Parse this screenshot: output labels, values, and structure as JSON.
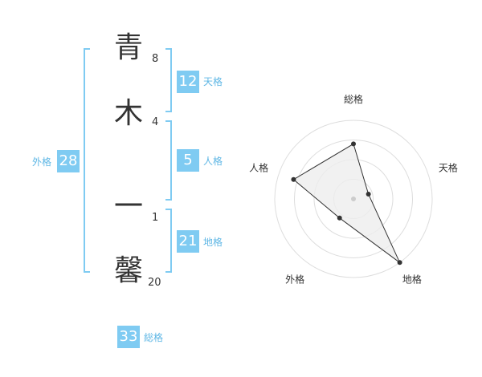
{
  "name": {
    "chars": [
      {
        "char": "青",
        "strokes": "8"
      },
      {
        "char": "木",
        "strokes": "4"
      },
      {
        "char": "一",
        "strokes": "1"
      },
      {
        "char": "馨",
        "strokes": "20"
      }
    ]
  },
  "kaku": {
    "tenkaku": {
      "value": "12",
      "label": "天格"
    },
    "jinkaku": {
      "value": "5",
      "label": "人格"
    },
    "chikaku": {
      "value": "21",
      "label": "地格"
    },
    "gaikaku": {
      "value": "28",
      "label": "外格"
    },
    "soukaku": {
      "value": "33",
      "label": "総格"
    }
  },
  "colors": {
    "accent": "#7fcbf2",
    "accent_text": "#5fb7e5",
    "kanji": "#333333"
  },
  "chart_data": {
    "type": "radar",
    "axes": [
      "総格",
      "天格",
      "地格",
      "外格",
      "人格"
    ],
    "values": [
      0.7,
      0.2,
      1.0,
      0.3,
      0.8
    ],
    "max": 1.0,
    "rings": 4,
    "grid": true
  }
}
